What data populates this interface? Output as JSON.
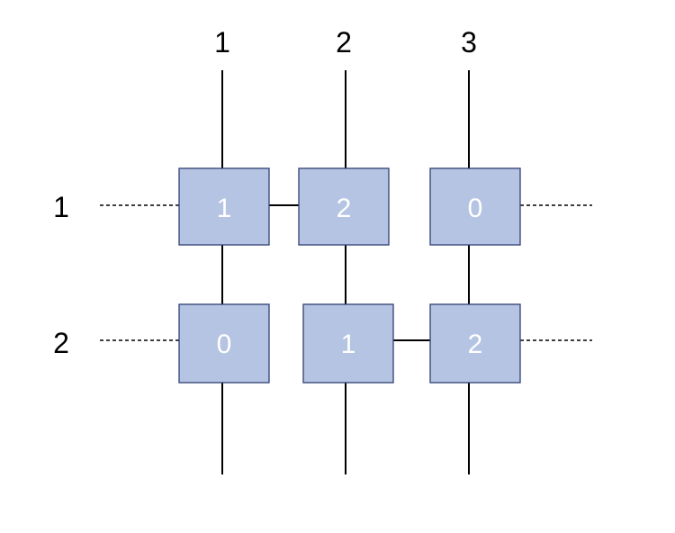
{
  "colors": {
    "box_fill": "#b4c4e2",
    "box_stroke": "#2f3f73",
    "line": "#000000",
    "cell_text": "#ffffff"
  },
  "column_labels": [
    "1",
    "2",
    "3"
  ],
  "row_labels": [
    "1",
    "2"
  ],
  "cells": [
    [
      "1",
      "2",
      "0"
    ],
    [
      "0",
      "1",
      "2"
    ]
  ]
}
